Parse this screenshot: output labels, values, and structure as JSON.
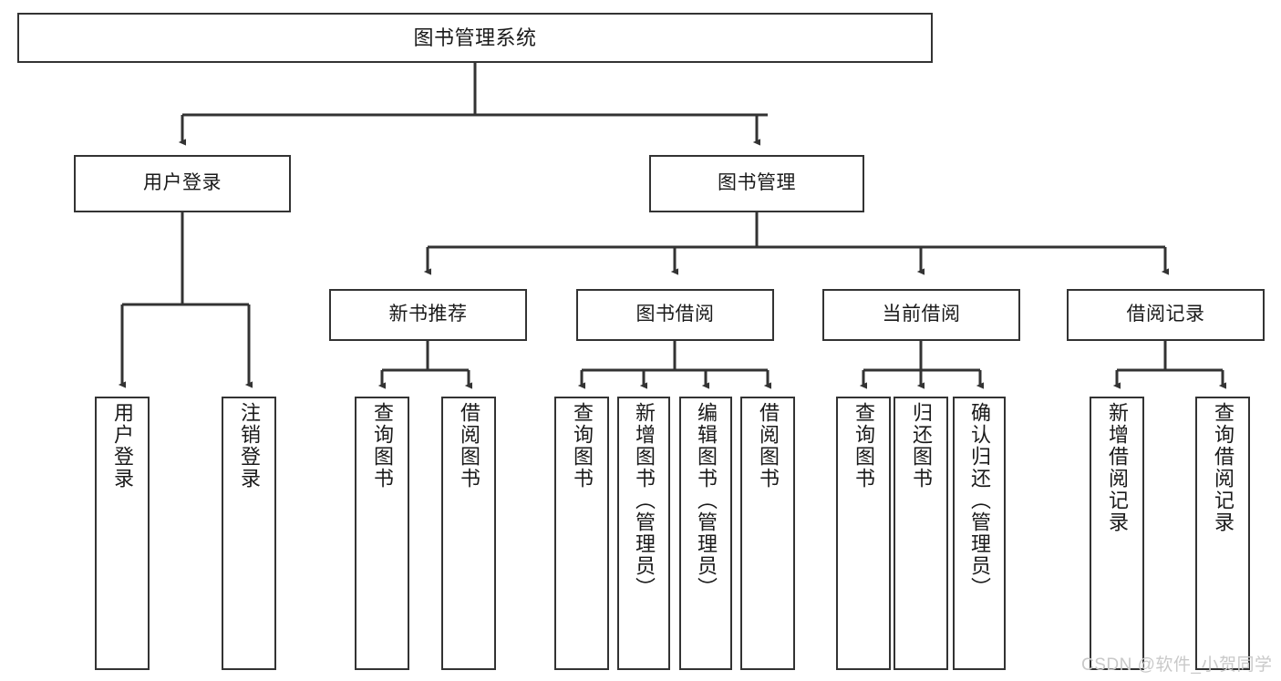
{
  "diagram": {
    "title": "图书管理系统",
    "type": "功能结构图",
    "colors": {
      "stroke": "#333333",
      "fill": "#ffffff",
      "text": "#1a1a1a",
      "watermark": "#c9c9c9"
    },
    "watermark": "CSDN @软件_小贺同学",
    "nodes": {
      "root": {
        "label": "图书管理系统"
      },
      "level1": [
        {
          "id": "user-login",
          "label": "用户登录"
        },
        {
          "id": "book-management",
          "label": "图书管理"
        }
      ],
      "level2": [
        {
          "id": "new-book-recommend",
          "label": "新书推荐"
        },
        {
          "id": "book-borrow",
          "label": "图书借阅"
        },
        {
          "id": "current-borrow",
          "label": "当前借阅"
        },
        {
          "id": "borrow-record",
          "label": "借阅记录"
        }
      ],
      "leaves": {
        "user_login": [
          {
            "id": "leaf-user-login",
            "label": "用户登录"
          },
          {
            "id": "leaf-logout-login",
            "label": "注销登录"
          }
        ],
        "new_book_recommend": [
          {
            "id": "leaf-query-book-1",
            "label": "查询图书"
          },
          {
            "id": "leaf-borrow-book-1",
            "label": "借阅图书"
          }
        ],
        "book_borrow": [
          {
            "id": "leaf-query-book-2",
            "label": "查询图书"
          },
          {
            "id": "leaf-add-book",
            "label": "新增图书（管理员）"
          },
          {
            "id": "leaf-edit-book",
            "label": "编辑图书（管理员）"
          },
          {
            "id": "leaf-borrow-book-2",
            "label": "借阅图书"
          }
        ],
        "current_borrow": [
          {
            "id": "leaf-query-book-3",
            "label": "查询图书"
          },
          {
            "id": "leaf-return-book",
            "label": "归还图书"
          },
          {
            "id": "leaf-confirm-return",
            "label": "确认归还（管理员）"
          }
        ],
        "borrow_record": [
          {
            "id": "leaf-add-record",
            "label": "新增借阅记录"
          },
          {
            "id": "leaf-query-record",
            "label": "查询借阅记录"
          }
        ]
      }
    }
  }
}
